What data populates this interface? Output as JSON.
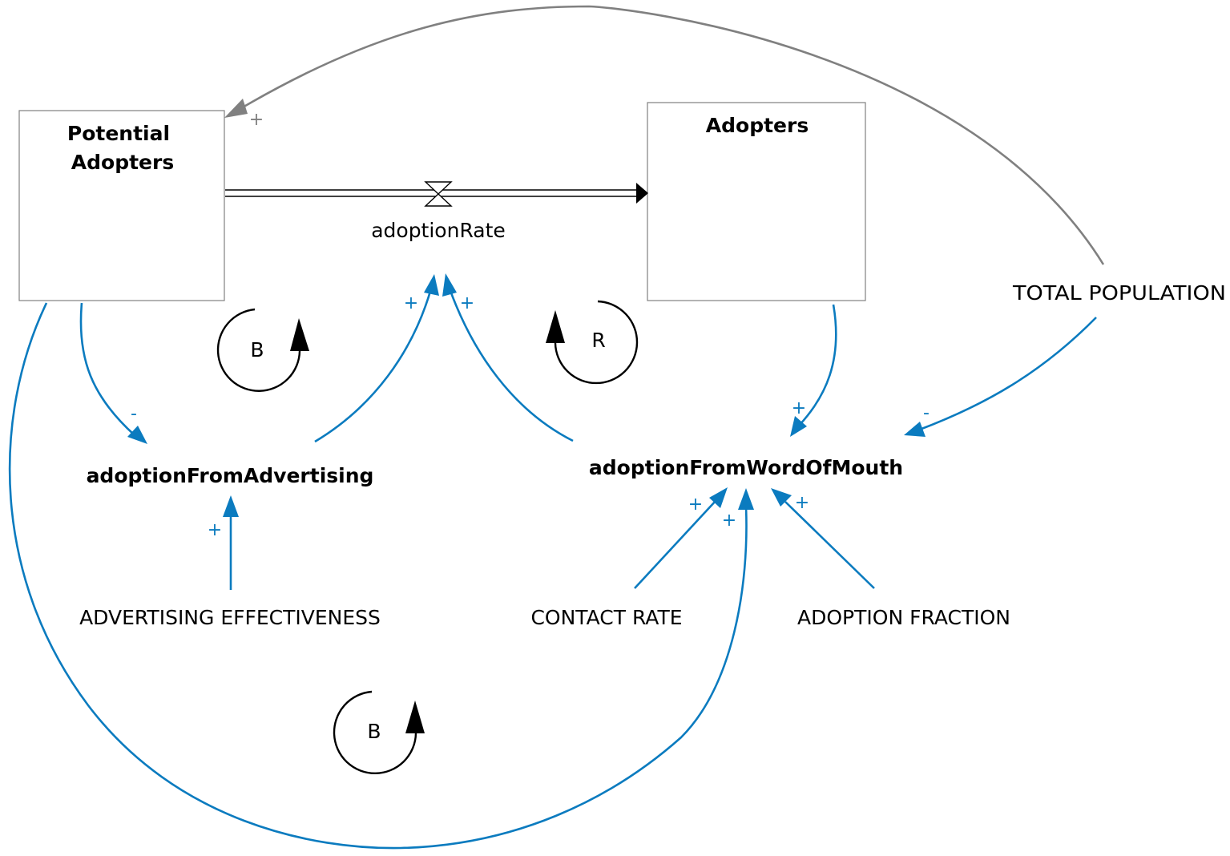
{
  "stocks": {
    "potential_adopters": {
      "line1": "Potential",
      "line2": "Adopters"
    },
    "adopters": {
      "label": "Adopters"
    }
  },
  "flow": {
    "label": "adoptionRate"
  },
  "variables": {
    "adoption_from_advertising": "adoptionFromAdvertising",
    "adoption_from_word_of_mouth": "adoptionFromWordOfMouth",
    "advertising_effectiveness": "ADVERTISING EFFECTIVENESS",
    "contact_rate": "CONTACT RATE",
    "adoption_fraction": "ADOPTION FRACTION",
    "total_population": "TOTAL POPULATION"
  },
  "polarities": {
    "total_population_to_potential": "+",
    "potential_to_advertising": "-",
    "advertising_to_rate": "+",
    "wom_to_rate": "+",
    "adopters_to_wom": "+",
    "total_population_to_wom": "-",
    "advertising_effectiveness_to_advertising": "+",
    "contact_rate_to_wom": "+",
    "potential_to_wom": "+",
    "adoption_fraction_to_wom": "+"
  },
  "loops": {
    "balancing_top": "B",
    "reinforcing": "R",
    "balancing_bottom": "B"
  },
  "colors": {
    "link_blue": "#0b7bbf",
    "link_gray": "#808080",
    "stock_border": "#808080",
    "text": "#000000"
  }
}
